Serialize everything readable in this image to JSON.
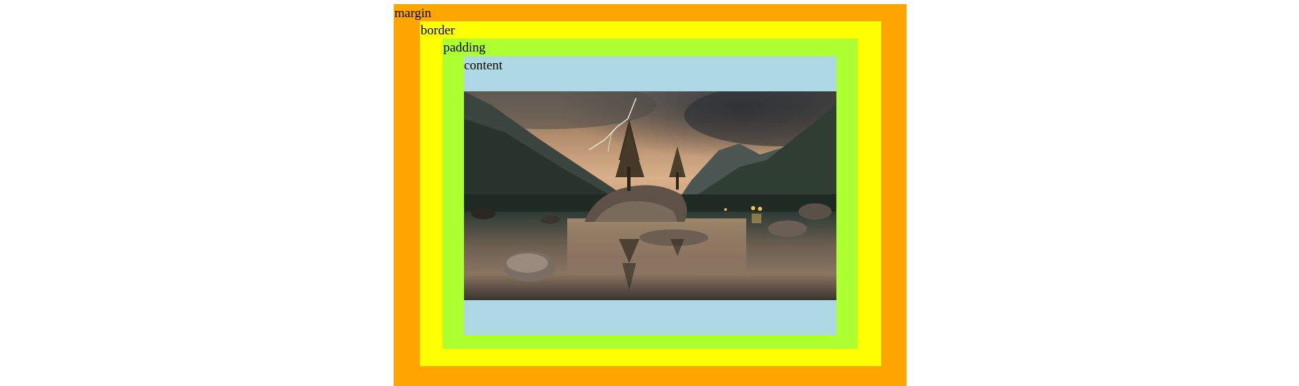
{
  "layers": {
    "margin": {
      "label": "margin",
      "color": "#FFA500"
    },
    "border": {
      "label": "border",
      "color": "#FFFF00"
    },
    "padding": {
      "label": "padding",
      "color": "#ADFF2F"
    },
    "content": {
      "label": "content",
      "color": "#ADD8E6"
    }
  },
  "image": {
    "subject": "landscape photo: lake with rocky islet and trees, mountains, lightning storm sky"
  }
}
